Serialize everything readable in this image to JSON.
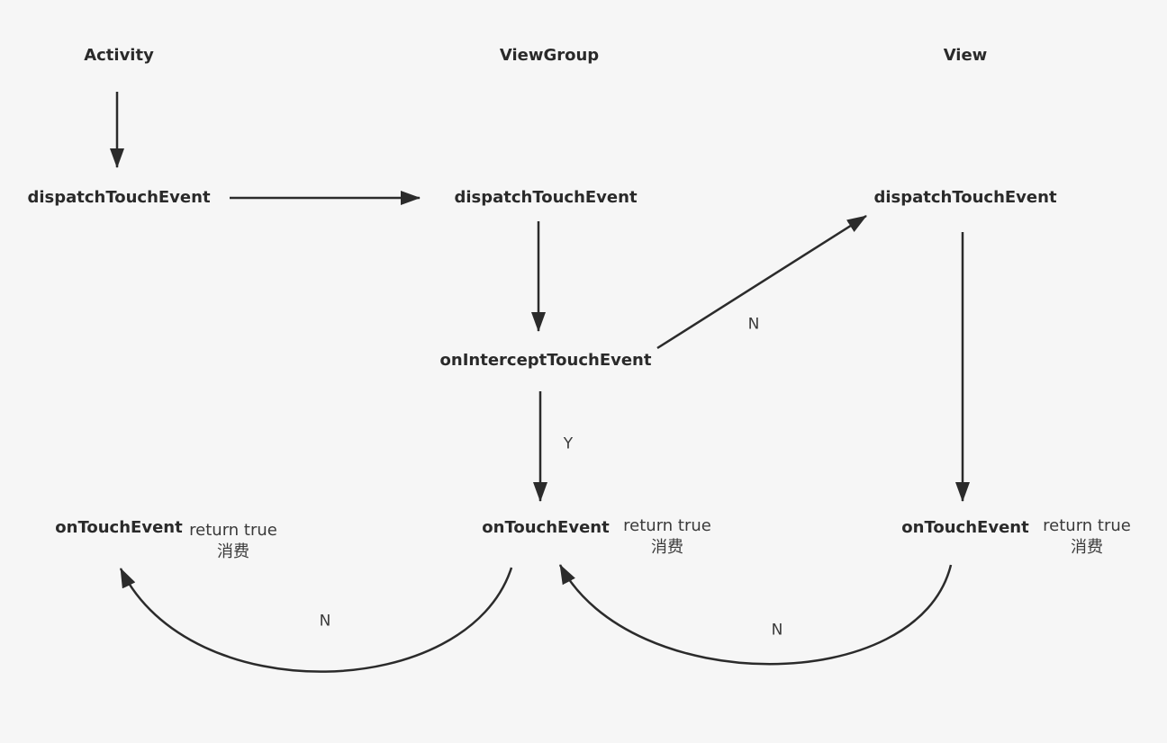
{
  "columns": {
    "activity": "Activity",
    "viewgroup": "ViewGroup",
    "view": "View"
  },
  "nodes": {
    "activity_dispatch": "dispatchTouchEvent",
    "viewgroup_dispatch": "dispatchTouchEvent",
    "view_dispatch": "dispatchTouchEvent",
    "viewgroup_intercept": "onInterceptTouchEvent",
    "activity_ontouch": "onTouchEvent",
    "viewgroup_ontouch": "onTouchEvent",
    "view_ontouch": "onTouchEvent"
  },
  "notes": {
    "activity": {
      "line1": "return true",
      "line2": "消费"
    },
    "viewgroup": {
      "line1": "return true",
      "line2": "消费"
    },
    "view": {
      "line1": "return true",
      "line2": "消费"
    }
  },
  "edge_labels": {
    "intercept_no": "N",
    "intercept_yes": "Y",
    "viewgroup_to_activity_no": "N",
    "view_to_viewgroup_no": "N"
  },
  "colors": {
    "background": "#f6f6f6",
    "stroke": "#2b2b2b",
    "text": "#333333"
  }
}
